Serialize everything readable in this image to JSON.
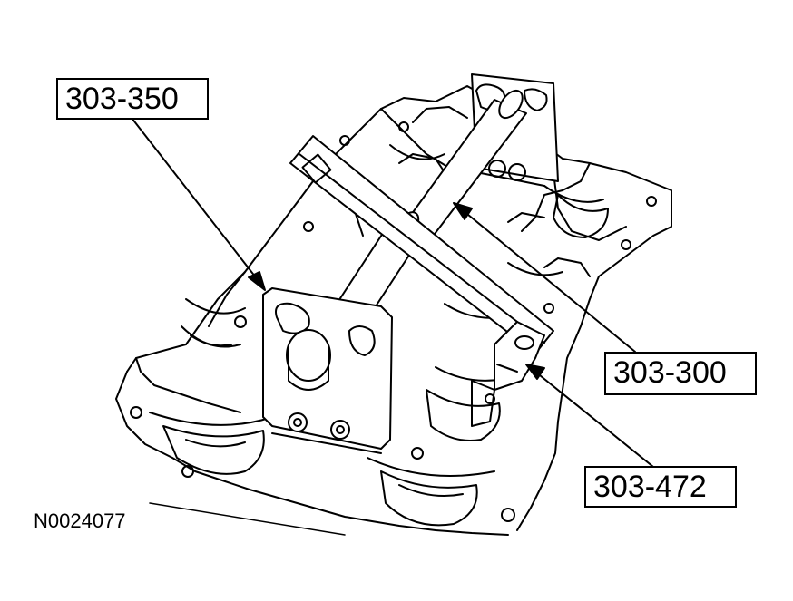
{
  "callouts": {
    "tool_303_350": "303-350",
    "tool_303_300": "303-300",
    "tool_303_472": "303-472"
  },
  "figure_id": "N0024077"
}
